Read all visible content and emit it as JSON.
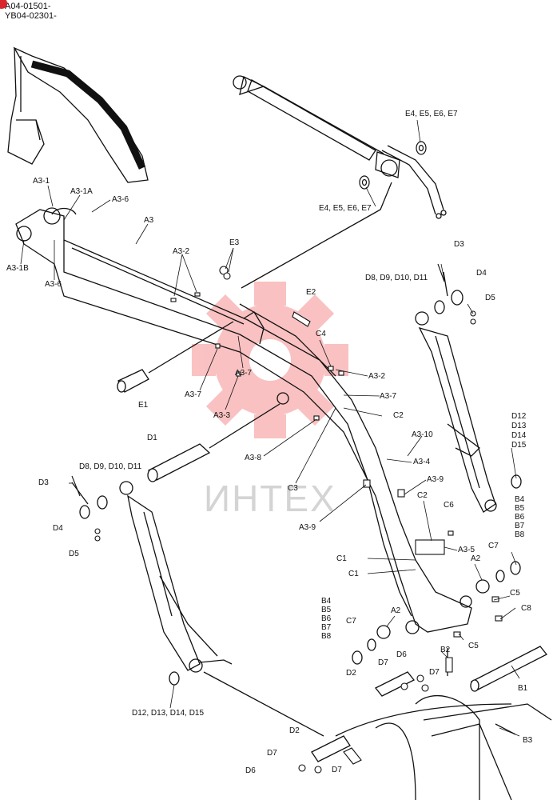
{
  "header": {
    "codes": [
      "A04-01501-",
      "YB04-02301-"
    ]
  },
  "watermark": {
    "text": "ИНТЕХ",
    "color": "#f05050"
  },
  "callouts": [
    {
      "text": "A3-1"
    },
    {
      "text": "A3-1A"
    },
    {
      "text": "A3-6"
    },
    {
      "text": "A3"
    },
    {
      "text": "A3-1B"
    },
    {
      "text": "A3-6"
    },
    {
      "text": "A3-2"
    },
    {
      "text": "E3"
    },
    {
      "text": "E2"
    },
    {
      "text": "E1"
    },
    {
      "text": "A3-7"
    },
    {
      "text": "A3-7"
    },
    {
      "text": "A3-3"
    },
    {
      "text": "C4"
    },
    {
      "text": "A3-2"
    },
    {
      "text": "A3-7"
    },
    {
      "text": "E4, E5, E6, E7"
    },
    {
      "text": "E4, E5, E6, E7"
    },
    {
      "text": "D3"
    },
    {
      "text": "D8, D9, D10, D11"
    },
    {
      "text": "D4"
    },
    {
      "text": "D5"
    },
    {
      "text": "D1"
    },
    {
      "text": "A3-8"
    },
    {
      "text": "C2"
    },
    {
      "text": "C3"
    },
    {
      "text": "A3-10"
    },
    {
      "text": "A3-4"
    },
    {
      "text": "A3-9"
    },
    {
      "text": "A3-9"
    },
    {
      "text": "D12"
    },
    {
      "text": "D13"
    },
    {
      "text": "D14"
    },
    {
      "text": "D15"
    },
    {
      "text": "B4"
    },
    {
      "text": "B5"
    },
    {
      "text": "B6"
    },
    {
      "text": "B7"
    },
    {
      "text": "B8"
    },
    {
      "text": "D8, D9, D10, D11"
    },
    {
      "text": "D3"
    },
    {
      "text": "D4"
    },
    {
      "text": "D5"
    },
    {
      "text": "C2"
    },
    {
      "text": "C6"
    },
    {
      "text": "A3-5"
    },
    {
      "text": "C1"
    },
    {
      "text": "C1"
    },
    {
      "text": "A2"
    },
    {
      "text": "C7"
    },
    {
      "text": "C5"
    },
    {
      "text": "C8"
    },
    {
      "text": "B4"
    },
    {
      "text": "B5"
    },
    {
      "text": "B6"
    },
    {
      "text": "B7"
    },
    {
      "text": "B8"
    },
    {
      "text": "C7"
    },
    {
      "text": "A2"
    },
    {
      "text": "C5"
    },
    {
      "text": "B2"
    },
    {
      "text": "D6"
    },
    {
      "text": "D7"
    },
    {
      "text": "D7"
    },
    {
      "text": "D2"
    },
    {
      "text": "B1"
    },
    {
      "text": "D12, D13, D14, D15"
    },
    {
      "text": "D2"
    },
    {
      "text": "D7"
    },
    {
      "text": "D6"
    },
    {
      "text": "D7"
    },
    {
      "text": "B3"
    }
  ]
}
